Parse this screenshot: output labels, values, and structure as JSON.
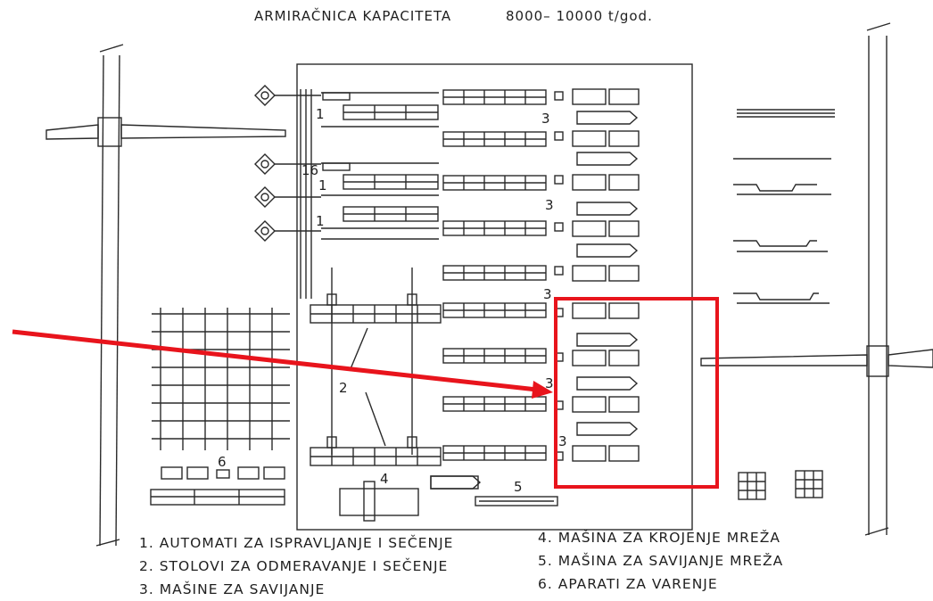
{
  "title": "ARMIRAČNICA KAPACITETA",
  "capacity": "8000– 10000 t/god.",
  "labels": {
    "one": "1",
    "two": "2",
    "three": "3",
    "four": "4",
    "five": "5",
    "six": "6",
    "one_six": "16"
  },
  "legend": [
    "1. AUTOMATI ZA ISPRAVLJANJE I SEČENJE",
    "2. STOLOVI ZA ODMERAVANJE I SEČENJE",
    "3. MAŠINE ZA SAVIJANJE",
    "4. MAŠINA ZA KROJENJE MREŽA",
    "5. MAŠINA ZA SAVIJANJE MREŽA",
    "6. APARATI ZA VARENJE"
  ],
  "colors": {
    "ink": "#2a2a2a",
    "annotation": "#e8141c",
    "paper": "#ffffff"
  },
  "annotation": {
    "type": "arrow-with-box",
    "target": "3"
  }
}
